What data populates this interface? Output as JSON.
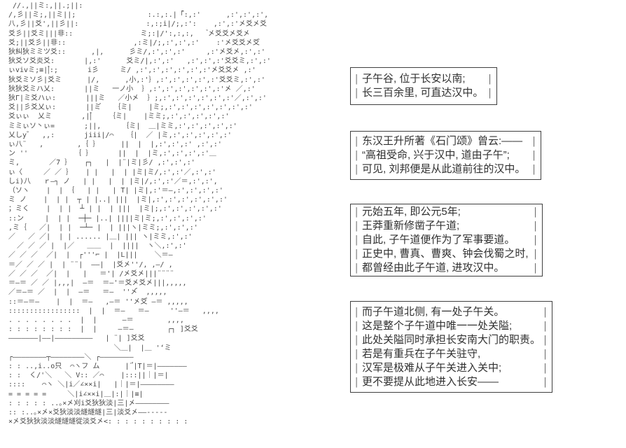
{
  "page": {
    "background": "#ffffff"
  },
  "colors": {
    "text": "#303030",
    "border": "#3f3f3f",
    "art_ink": "#474747"
  },
  "box_edge_char": "│",
  "art": {
    "description": "ascii-art-mountain-valley-gate-scene",
    "lines": [
      "  //.,||ミ:,||.;||:",
      " /,彡||ミ;,||ミ||;                 :.:,:.|「゙:,:'      ,:',:',:',",
      " 八,彡||爻',||彡||:                :,:;i|/;,:':    ,:',:'㐅爻㐅爻",
      " 爻彡||爻ミ|||非::                ミ;:|/':,:,:,    ゙㐅爻爻㐅爻㐅",
      " 爻;||爻彡||非::                ,:ミ|/;,:',:',:'    :'㐅爻爻㐅爻゙",
      " 狄糾狄ミミツ爻::      ,|,      彡ミ/,:',:',:'     ,:'㐅爻㐅,:',:'",
      " 狄爻ソ爻炎爻:       |,:'      爻ミ/|,:',:'   ,:',:',:'爻爻ミ,:',:'",
      " ぃvivミ;≡||゙:;       i彡     ミ/ ,:',:',:',:',:',:'㐅爻爻㐅 ,:'",
      " 狄爻ミソ彡|爻ミ      |/,      ,小,:'｝,:',:',:',:',:'爻爻ミ,:',:'",
      " 狄狄爻ミハ乂:       ||ミ   一ノ小  ｝,:',:',:',:',:',:'㐅 ／,:'",
      " 狄Γ|ミ爻ハぃ:       |||ミ   ／小㐅  ｝;,:',:',:',:',:',:'／,:',:'",
      " 爻||彡爻乂ぃ:       ||ミ゙   ｛ミ|    |ミ;,:',:',:',:',:',:',:'",
      " 爻ぃぃ  乂ミ       ,||゙    ｛ミ|    |ミミ;,:',:',:',:',:'",
      " ミミぃソ丶ぃ=       ;||,     ｛ミ|  ＿|ミミ,:',:',:',:',:'",
      " 乂しy゛  ,,:       jiii|/⌒   ｛|  ／ |ミ,:',:',:',:',:'",
      " ぃ八¨   ,        ,｛ ｝     ||  |  |,:',:',:' ,:',:'",
      " ン ''           ｛ ｝      ||  |  |ミ,:',:',:',:'＿",
      " ミ,       ／7 ｝   ┌┐   |  |¨|ミ|彡/ ,:',:',:'",
      " ぃ〈     ／ ／ ｝   | |   |  | |ミ|ミ/,:',:'／,:',:'",
      " しi)八   ｒ―┐ ノ   | |   |  | |ミ|/,:',:'／＝,:',:',",
      " （ソヽ    |  | ｛   | |   | T| |ミ|,:'＝–,:',:',:',:'",
      " ミ ノ    |  | |  ┬ | |..| |||  |ミ|,:',:',:',:',:',:'",
      " ；ミく    |  | |  ┴ | |  | |||  |ミ|;,:',:',:',:',:'",
      " ::ン     |  | |  ─┼─ |..| ||||ミ|ミ;,:',:',:',:'",
      " ,ミ｛   ／|  | |  ─┴─ |  | |||ヽ|ミミ;,:',:',:'",
      " ／   ／ ／|  | | ...... |＿| ||| ヽ|ミミ,:',:'",
      "   ／ ／ ／ |  |／   ＿＿  |  ||||  ヽ＼,:',:'",
      " ／ ／ ／  ／|  |  ┌'''⌐ |  |L|||    ＼＝–",
      " ＝／ ／ ／ |  | ¨¨|  ――|  |爻㐅''/, ,―/ ,",
      " ／ ／ ／  ／|  |   |   ＝'| /㐅爻㐅|||¨¨¨¨",
      " ＝–＝ ／ ／ |,,,|  –＝  ＝–'＝爻㐅爻㐅|||,,,,,",
      " ／＝–＝ ／  |  |  –＝   ＝–  ''㐅゙  ,,,,,",
      " ::＝–＝–    |  |  ＝–   ,–＝ ''㐅爻゙ –＝ ,,,,,",
      " :::::::::::::::::  |  |  ＝–   ＝–     ''–＝   ,,,,",
      " . . . . . . . .  |  |      –＝        ,,,,",
      " : : : : : : : :  |  |     –＝–        ┌┐ ]爻爻",
      " ―――――――|――|―――――――――   | ¨| ]爻爻",
      "                          ＼＿|  |＿ '‘ミ",
      " ┌――――――――┬――――――――＼ ┌――――――――",
      " : : ..,i..o只  ⌒ヽフ ム      |¨゙|T|＝|―――――――",
      " : :  く/'＼   ＼ V:: ／⌒    |:::||｜|＝|",
      " ::::    ⌒ヽ ＼|i／∠××i|   |｜|＝|――――――――",
      " = = = = =     ＼|i∠××i|＿|:|｜|≡|",
      " : : : : : ..｡×㐅刈i爻狄狄淡|三|㐅――――――――",
      " :: :..｡×㐅×爻狄淡淡燧燧燧|三|淡爻㐅—―-----",
      " ×㐅爻狄狄淡淡燧燧燧從淡爻㐅<: : : : : : : : : :"
    ]
  },
  "panels": [
    {
      "id": "panel-1",
      "lines": [
        "子午谷, 位于长安以南;",
        "长三百余里, 可直达汉中。"
      ]
    },
    {
      "id": "panel-2",
      "lines": [
        "东汉王升所著《石门颂》曾云:——",
        "“高祖受命, 兴于汉中, 道由子午”;",
        "可见, 刘邦便是从此道前往的汉中。"
      ]
    },
    {
      "id": "panel-3",
      "lines": [
        "元始五年, 即公元5年;",
        "王莽重新修凿子午道;",
        "自此, 子午道便作为了军事要道。",
        "正史中, 曹真、曹爽、钟会伐蜀之时,",
        "都曾经由此子午道, 进攻汉中。"
      ]
    },
    {
      "id": "panel-4",
      "lines": [
        "而子午道北侧, 有一处子午关。",
        "这是整个子午道中唯一一处关隘;",
        "此处关隘同时承担长安南大门的职责。",
        "若是有重兵在子午关驻守,",
        "汉军是极难从子午关进入关中;",
        "更不要提从此地进入长安——"
      ]
    }
  ]
}
